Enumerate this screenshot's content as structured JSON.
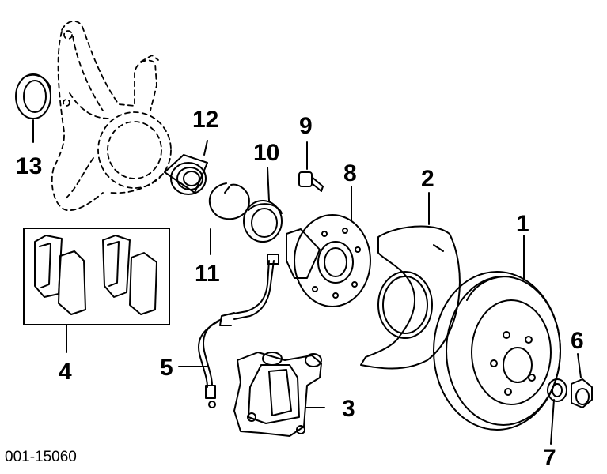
{
  "callouts": {
    "c1": "1",
    "c2": "2",
    "c3": "3",
    "c4": "4",
    "c5": "5",
    "c6": "6",
    "c7": "7",
    "c8": "8",
    "c9": "9",
    "c10": "10",
    "c11": "11",
    "c12": "12",
    "c13": "13"
  },
  "diagram_id": "001-15060",
  "colors": {
    "ink": "#000000",
    "paper": "#ffffff"
  }
}
